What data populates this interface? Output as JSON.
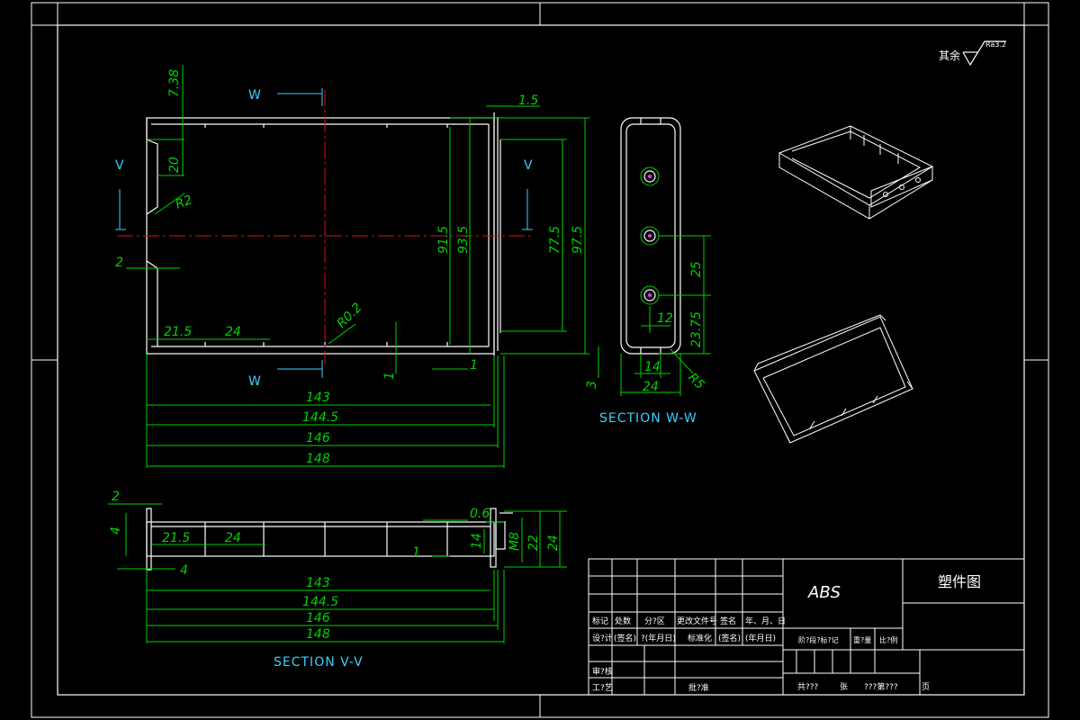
{
  "roughness": {
    "label": "其余",
    "value": "Ra3.2"
  },
  "views": {
    "section_w_w": "SECTION W-W",
    "section_v_v": "SECTION V-V",
    "cut_w": "W",
    "cut_v": "V"
  },
  "dims_main": {
    "d738": "7.38",
    "d20": "20",
    "r2": "R2",
    "d2": "2",
    "r02": "R0.2",
    "d215": "21.5",
    "d24": "24",
    "d1a": "1",
    "d1b": "1",
    "d15": "1.5",
    "d915": "91.5",
    "d935": "93.5",
    "d775": "77.5",
    "d975": "97.5",
    "d143": "143",
    "d1445": "144.5",
    "d146": "146",
    "d148": "148"
  },
  "dims_side": {
    "d25": "25",
    "d12": "12",
    "d2375": "23.75",
    "d14": "14",
    "d24": "24",
    "d3": "3",
    "r5": "R5"
  },
  "dims_bottom": {
    "d2": "2",
    "d4a": "4",
    "d4b": "4",
    "d215": "21.5",
    "d24": "24",
    "d1": "1",
    "d06": "0.6",
    "d14": "14",
    "m8": "M8",
    "d22": "22",
    "d24b": "24",
    "d143": "143",
    "d1445": "144.5",
    "d146": "146",
    "d148": "148"
  },
  "title_block": {
    "material": "ABS",
    "drawing_title": "塑件图",
    "row_labels": [
      "标记",
      "处数",
      "分?区",
      "更改文件号",
      "签名",
      "年、月、日"
    ],
    "design_row": [
      "设?计",
      "(签名)",
      "?(年月日)",
      "标准化",
      "(签名)",
      "(年月日)"
    ],
    "stage_labels": [
      "阶?段?标?记",
      "重?量",
      "比?例"
    ],
    "review": "审?核",
    "process": "工?艺",
    "approve": "批?准",
    "sheet_info": [
      "共???",
      "张",
      "???第???",
      "页"
    ]
  }
}
